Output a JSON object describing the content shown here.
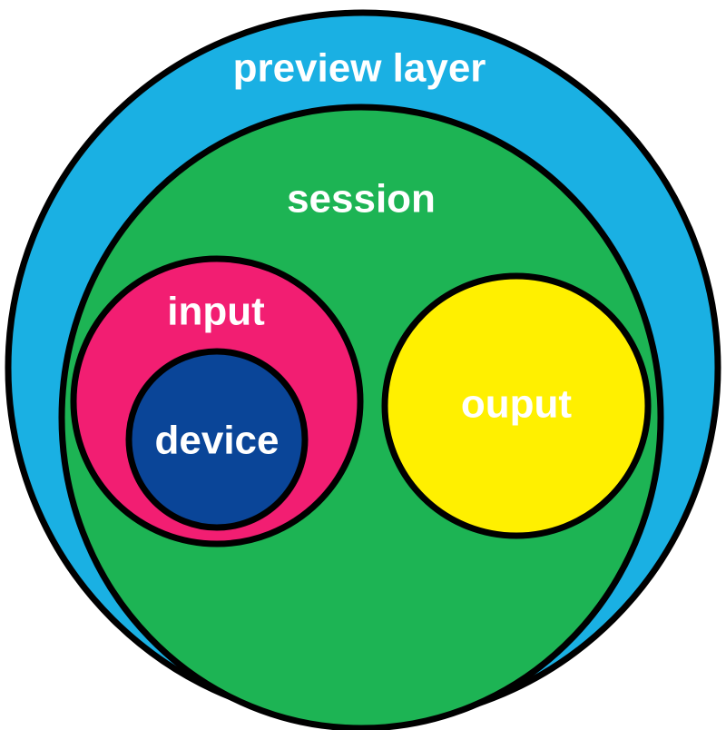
{
  "colors": {
    "preview_layer": "#1ab0e3",
    "session": "#1db454",
    "input": "#f21e72",
    "device": "#0a4598",
    "output": "#fff000",
    "outline": "#000000",
    "label_text": "#ffffff"
  },
  "labels": {
    "preview_layer": "preview layer",
    "session": "session",
    "input": "input",
    "device": "device",
    "output": "ouput"
  }
}
